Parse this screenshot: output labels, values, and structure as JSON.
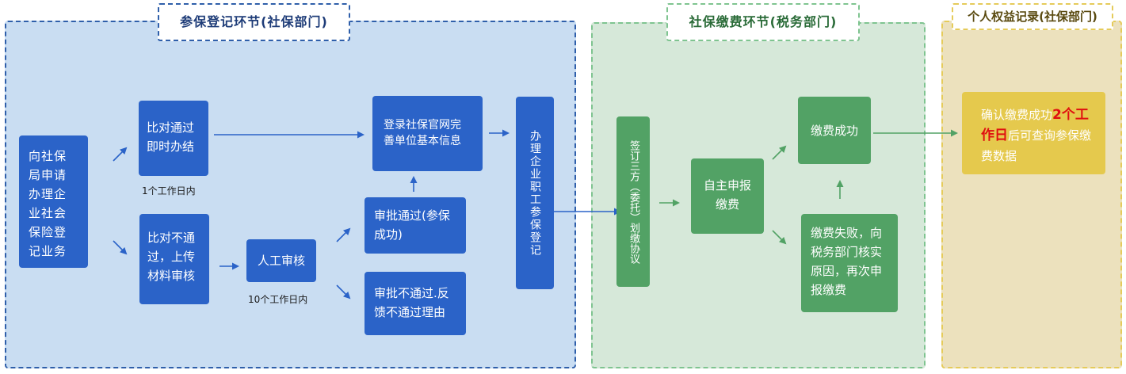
{
  "panels": {
    "registration_title": "参保登记环节(社保部门)",
    "payment_title": "社保缴费环节(税务部门)",
    "rights_title": "个人权益记录(社保部门)"
  },
  "registration": {
    "apply": "向社保局申请办理企业社会保险登记业务",
    "compare_pass": "比对通过即时办结",
    "compare_pass_time": "1个工作日内",
    "compare_fail": "比对不通过，上传材料审核",
    "manual_review": "人工审核",
    "manual_review_time": "10个工作日内",
    "approve_pass": "审批通过(参保成功)",
    "approve_fail": "审批不通过.反馈不通过理由",
    "login_complete": "登录社保官网完善单位基本信息",
    "enroll": "办理企业职工参保登记"
  },
  "payment": {
    "sign_agreement": "签订三方（委托）划缴协议",
    "self_declare": "自主申报缴费",
    "pay_success": "缴费成功",
    "pay_fail": "缴费失败，向税务部门核实原因，再次申报缴费"
  },
  "rights": {
    "confirm_pre": "确认缴费成功",
    "confirm_highlight": "2个工作日",
    "confirm_post": "后可查询参保缴费数据"
  },
  "colors": {
    "blue_box": "#2b63c8",
    "green_box": "#52a265",
    "yellow_box": "#e5c94d",
    "highlight": "#e01010"
  }
}
